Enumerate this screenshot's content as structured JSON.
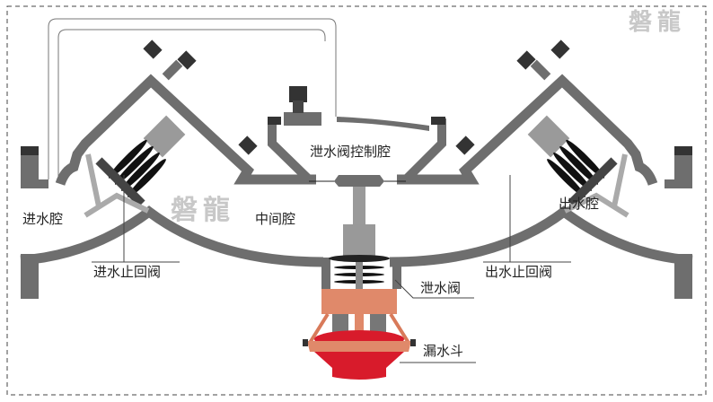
{
  "watermark": "磐龍",
  "labels": {
    "inlet_chamber": "进水腔",
    "middle_chamber": "中间腔",
    "relief_control_chamber": "泄水阀控制腔",
    "outlet_chamber": "出水腔",
    "inlet_check_valve": "进水止回阀",
    "outlet_check_valve": "出水止回阀",
    "relief_valve": "泄水阀",
    "drain_funnel": "漏水斗"
  },
  "colors": {
    "body": "#6e6e6e",
    "cap": "#333333",
    "stem": "#9a9a9a",
    "copper": "#e0896a",
    "funnel": "#d81b2b"
  }
}
